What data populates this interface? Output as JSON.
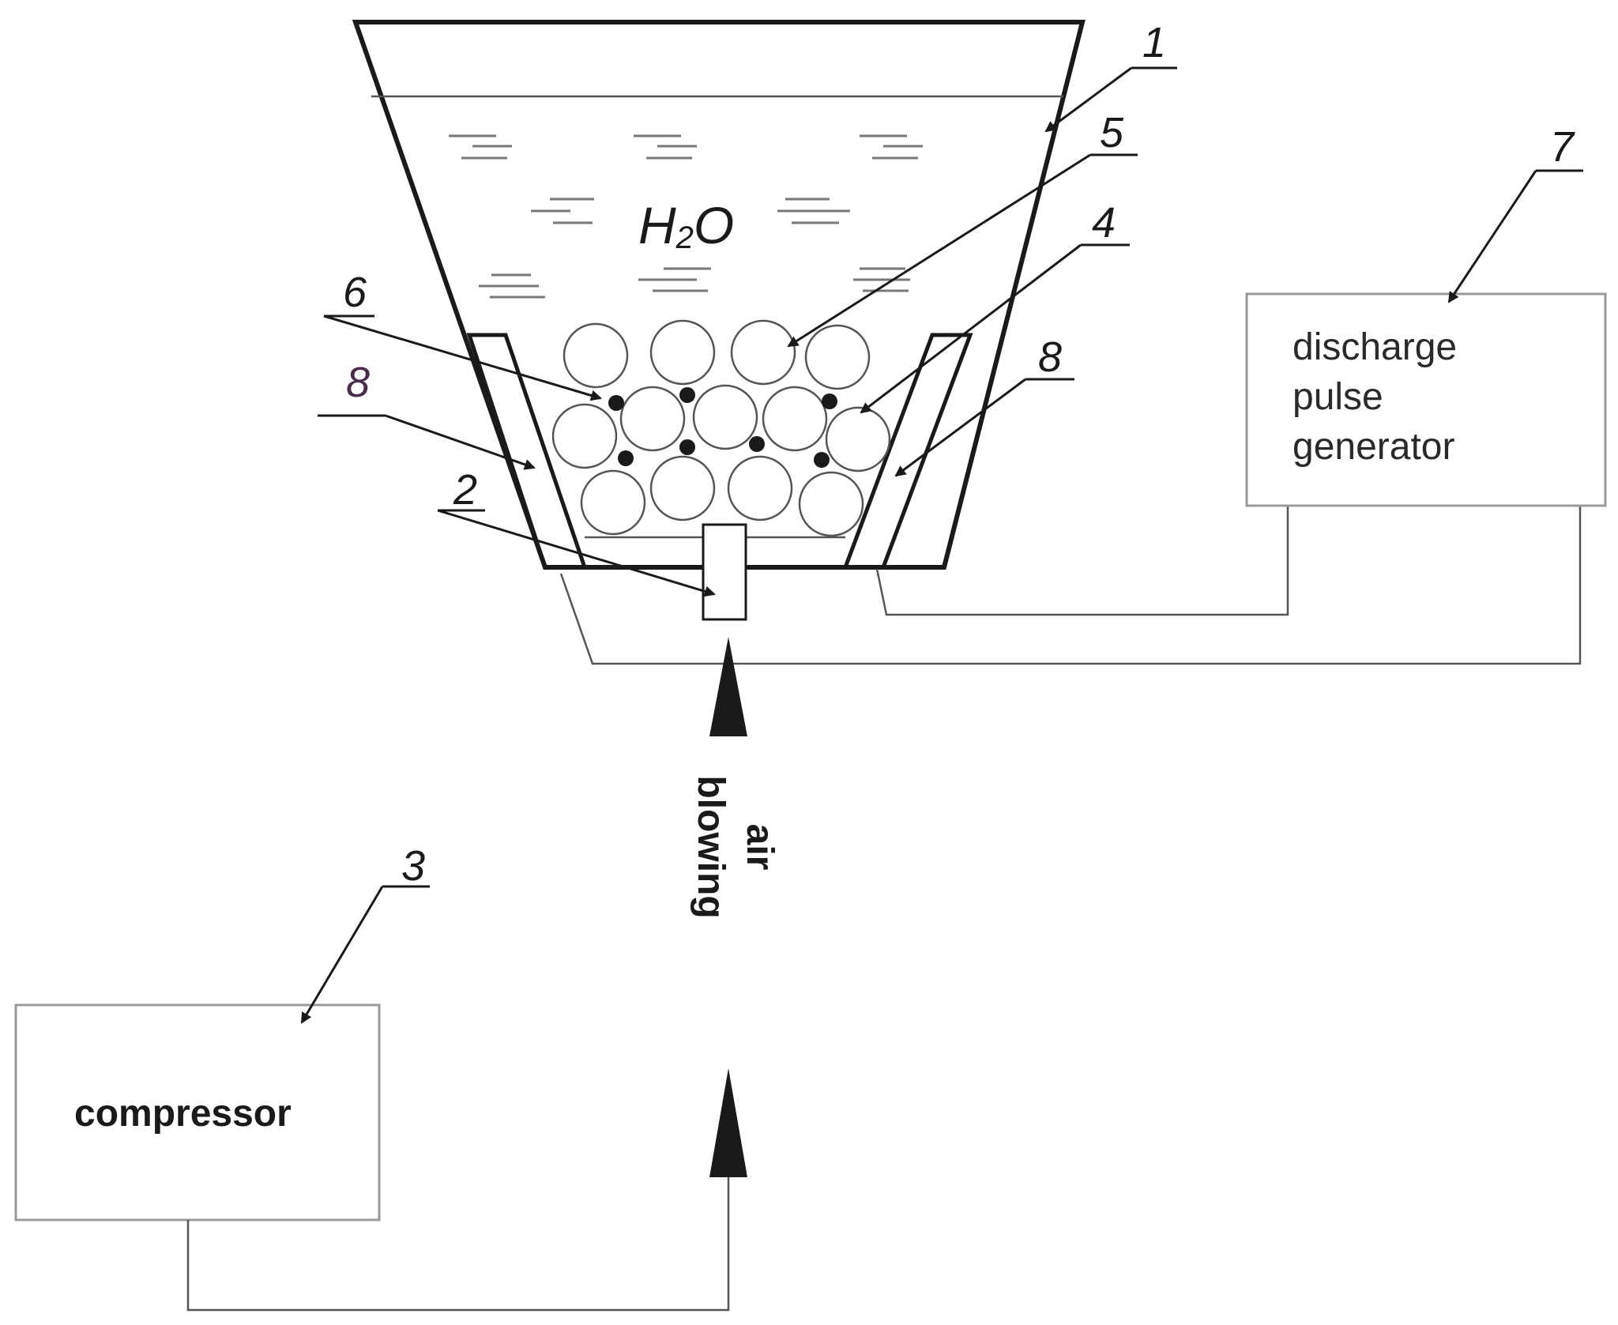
{
  "labels": {
    "water": "H",
    "water_sub": "2",
    "water_end": "O",
    "compressor": "compressor",
    "generator_line1": "discharge",
    "generator_line2": "pulse",
    "generator_line3": "generator",
    "blowing_line1": "blowing",
    "blowing_line2": "air"
  },
  "callouts": {
    "n1": "1",
    "n2": "2",
    "n3": "3",
    "n4": "4",
    "n5": "5",
    "n6": "6",
    "n7": "7",
    "n8_left": "8",
    "n8_right": "8"
  },
  "colors": {
    "line": "#1a1a1a",
    "label_8_left": "#4a2a4a"
  }
}
